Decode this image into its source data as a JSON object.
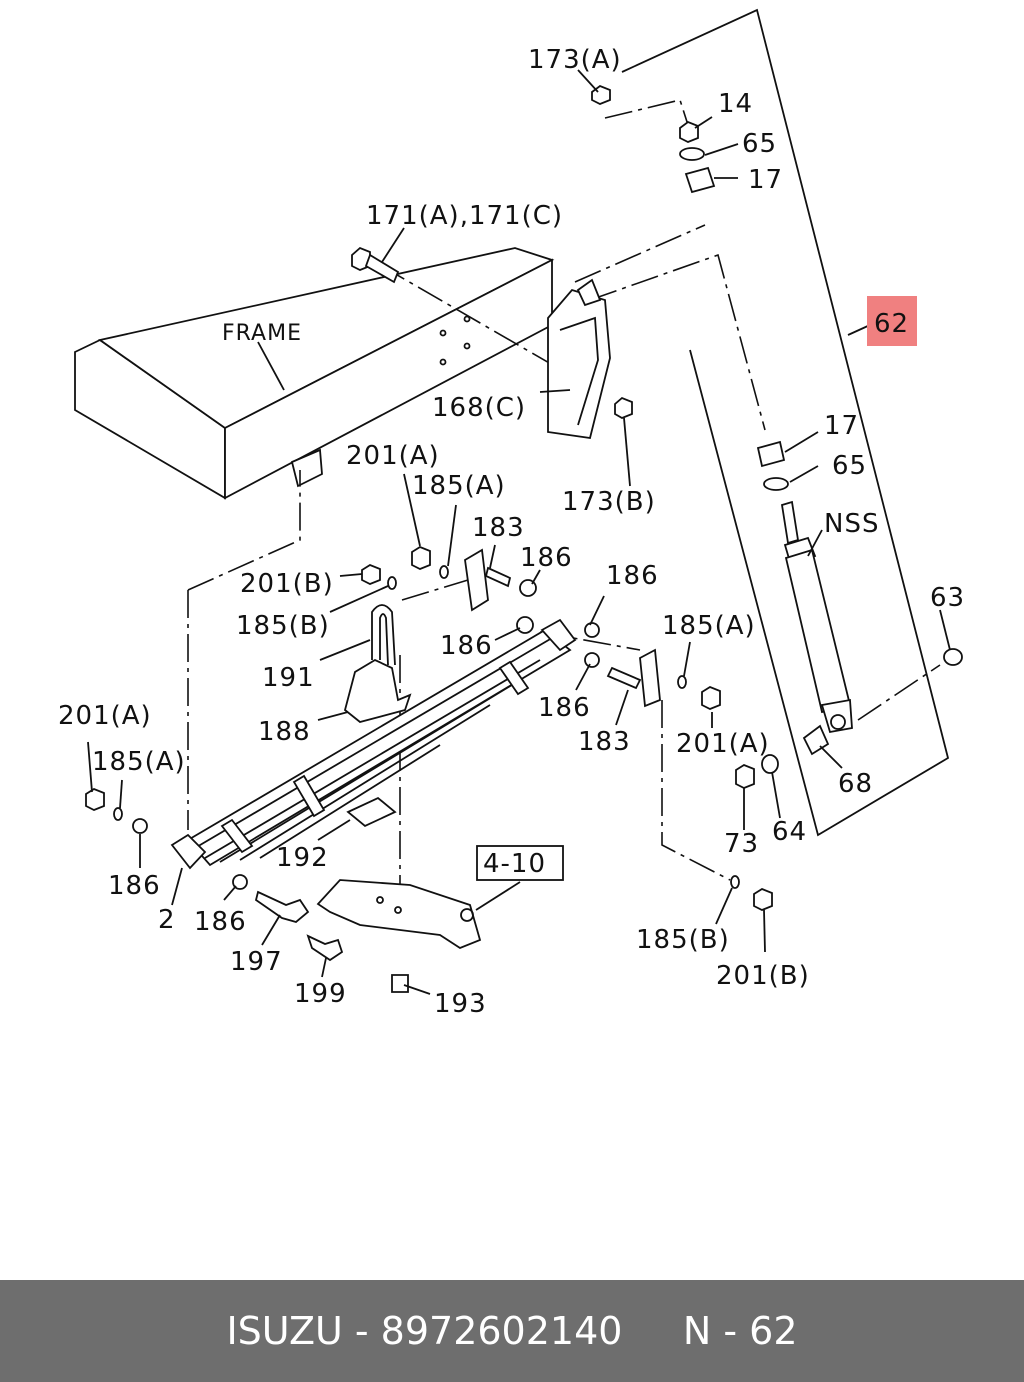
{
  "labels": {
    "l173a": "173(A)",
    "l14": "14",
    "l65a": "65",
    "l17a": "17",
    "l171": "171(A),171(C)",
    "frame": "FRAME",
    "l62": "62",
    "l168c": "168(C)",
    "l17b": "17",
    "l65b": "65",
    "l173b": "173(B)",
    "l201a_1": "201(A)",
    "l185a_1": "185(A)",
    "l183_1": "183",
    "l186_1": "186",
    "lnss": "NSS",
    "l201b_1": "201(B)",
    "l186_2": "186",
    "l63": "63",
    "l185b_1": "185(B)",
    "l185a_2": "185(A)",
    "l186_3": "186",
    "l191": "191",
    "l186_4": "186",
    "l201a_2": "201(A)",
    "l183_2": "183",
    "l188": "188",
    "l201a_3": "201(A)",
    "l68": "68",
    "l185a_3": "185(A)",
    "l73": "73",
    "l64": "64",
    "l192": "192",
    "l186_5": "186",
    "l410": "4-10",
    "l2": "2",
    "l186_6": "186",
    "l197": "197",
    "l185b_2": "185(B)",
    "l199": "199",
    "l201b_2": "201(B)",
    "l193": "193"
  },
  "highlight_color": "#f08080",
  "footer": {
    "brand": "ISUZU",
    "part_number": "8972602140",
    "ref": "N - 62"
  }
}
